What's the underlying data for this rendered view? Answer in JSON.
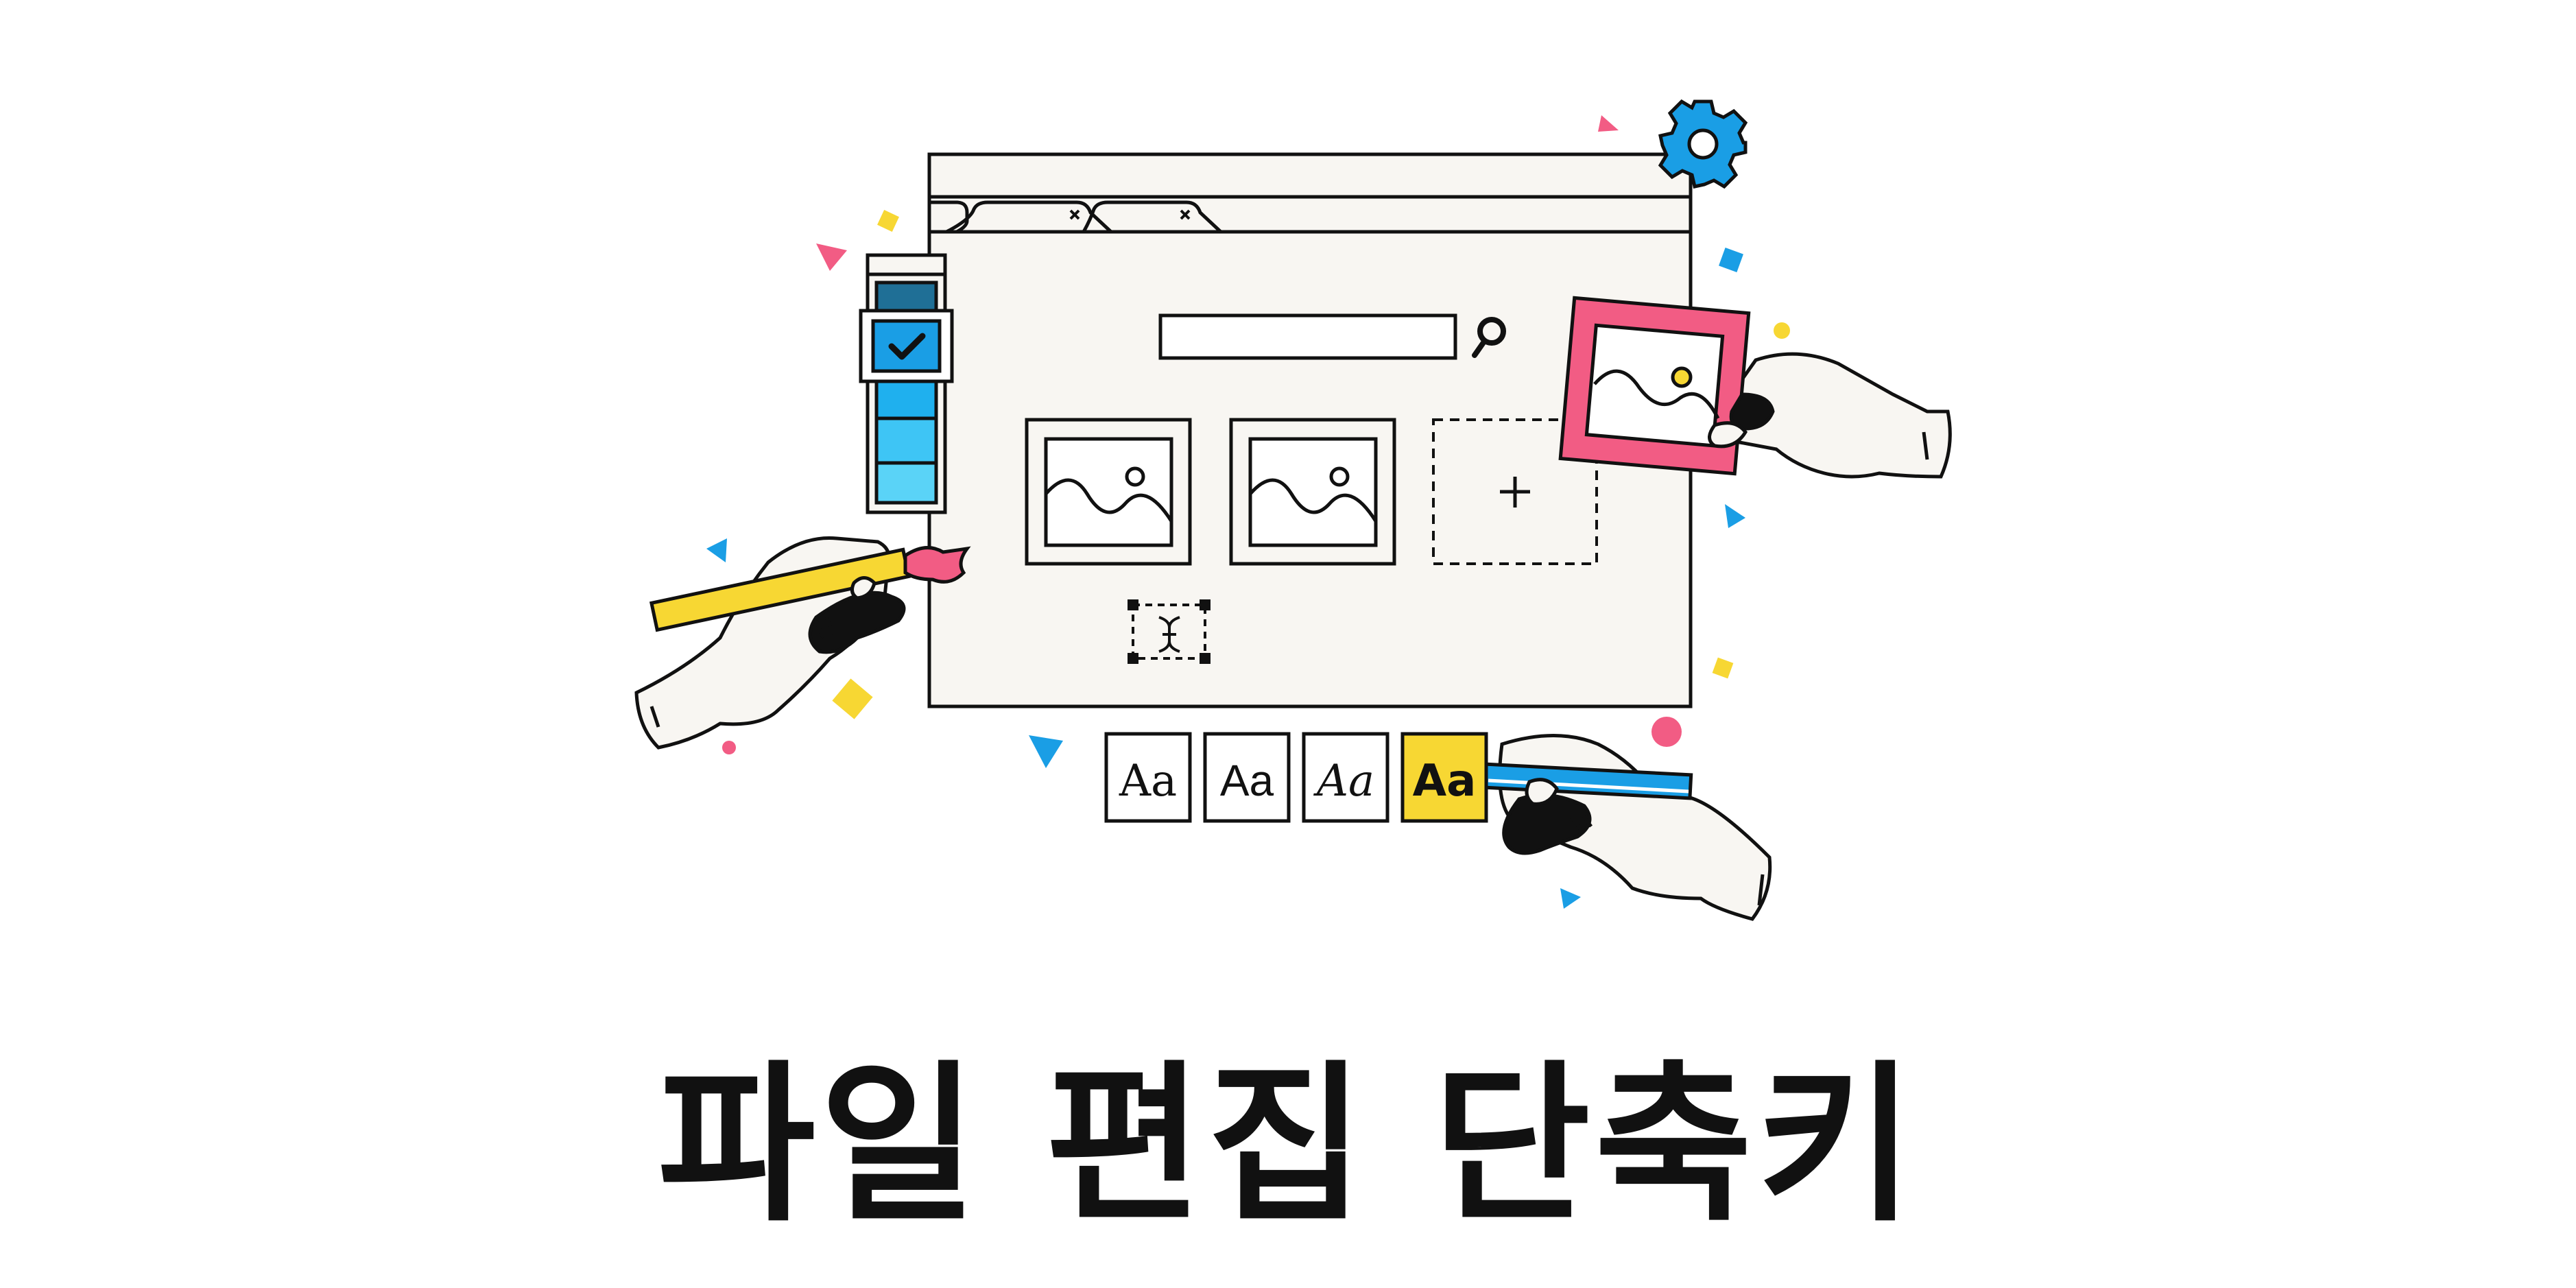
{
  "headline": "파일 편집 단축키",
  "font_samples": [
    {
      "label": "Aa",
      "style": "serif",
      "highlighted": false
    },
    {
      "label": "Aa",
      "style": "sans",
      "highlighted": false
    },
    {
      "label": "Aa",
      "style": "script",
      "highlighted": false
    },
    {
      "label": "Aa",
      "style": "bold",
      "highlighted": true
    }
  ],
  "colors": {
    "outline": "#111111",
    "window_fill": "#f8f6f2",
    "blue": "#1a9ee5",
    "blue_dark": "#1f6f96",
    "blue_light": "#5ad3f7",
    "pink": "#f25c84",
    "yellow": "#f7d733",
    "skin": "#f8f6f2",
    "white": "#ffffff"
  },
  "icons": [
    "gear-icon",
    "search-icon",
    "image-placeholder-icon",
    "plus-icon",
    "check-icon",
    "text-cursor-icon",
    "tab-close-icon"
  ]
}
